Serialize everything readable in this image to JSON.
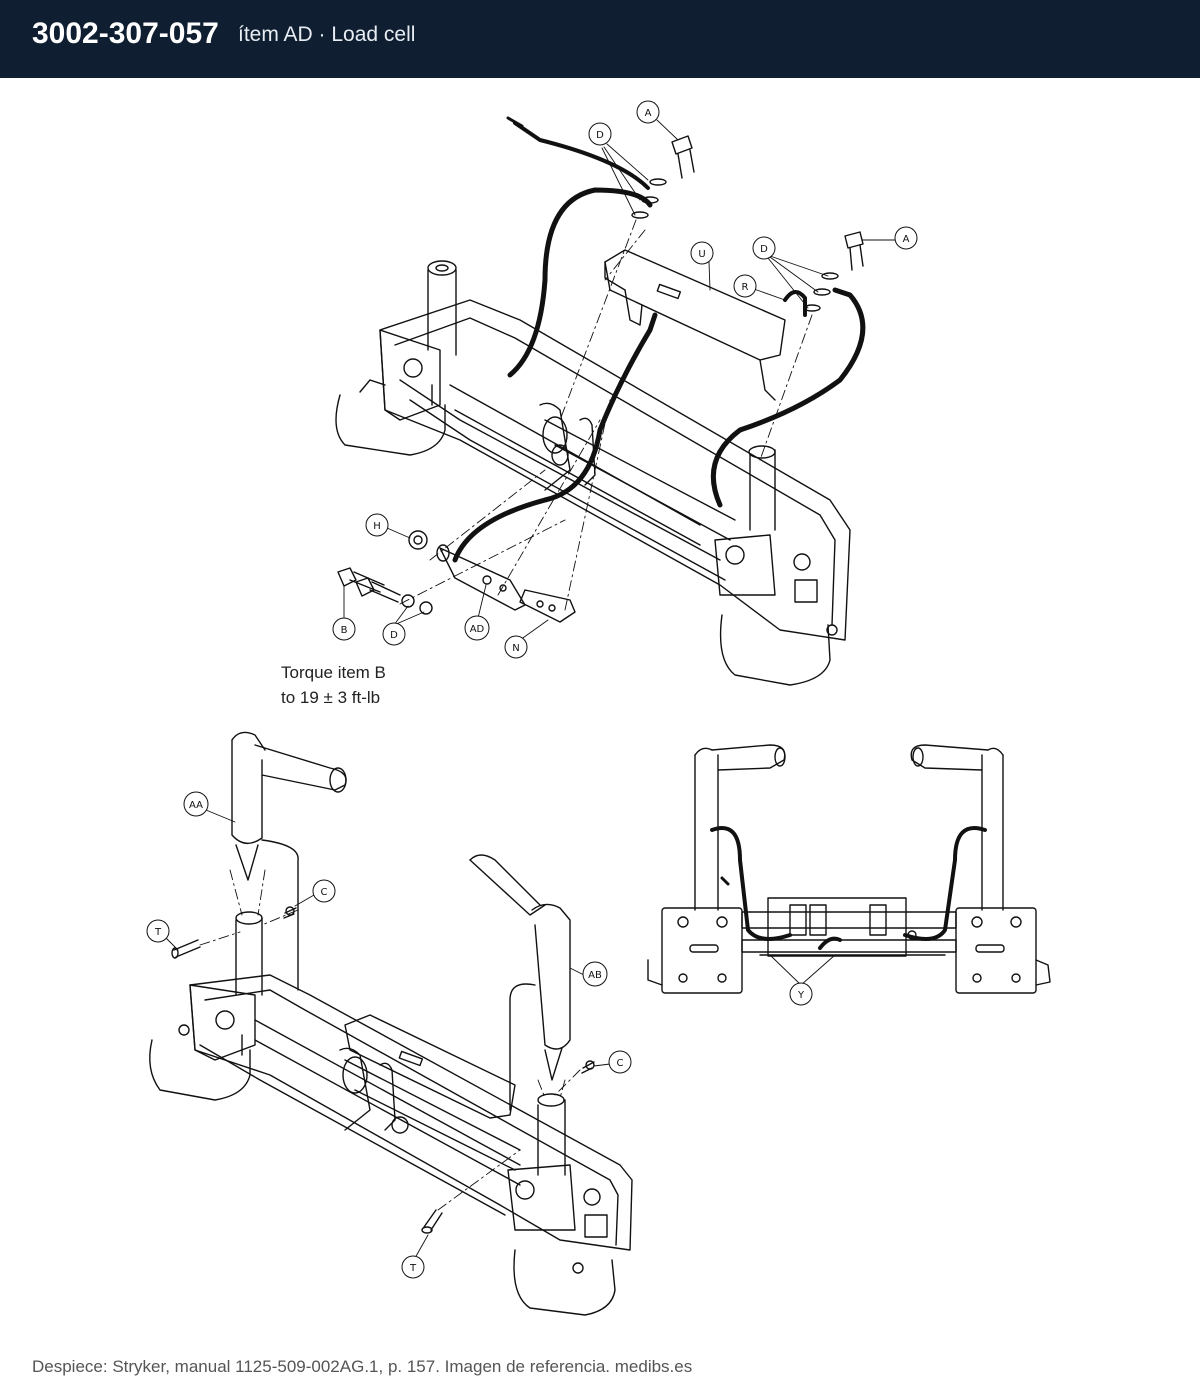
{
  "header": {
    "part_number": "3002-307-057",
    "subtitle": "ítem AD · Load cell"
  },
  "callouts": {
    "A": "A",
    "AA": "AA",
    "AB": "AB",
    "AD": "AD",
    "B": "B",
    "C": "C",
    "D": "D",
    "H": "H",
    "N": "N",
    "R": "R",
    "T": "T",
    "U": "U",
    "Y": "Y"
  },
  "torque_note": {
    "line1": "Torque item B",
    "line2": "to 19 ± 3 ft-lb"
  },
  "footer": {
    "source": "Despiece: Stryker, manual 1125-509-002AG.1, p. 157. Imagen de referencia. medibs.es"
  },
  "colors": {
    "header_bg": "#0f1e31",
    "header_text": "#ffffff",
    "line": "#111111"
  }
}
